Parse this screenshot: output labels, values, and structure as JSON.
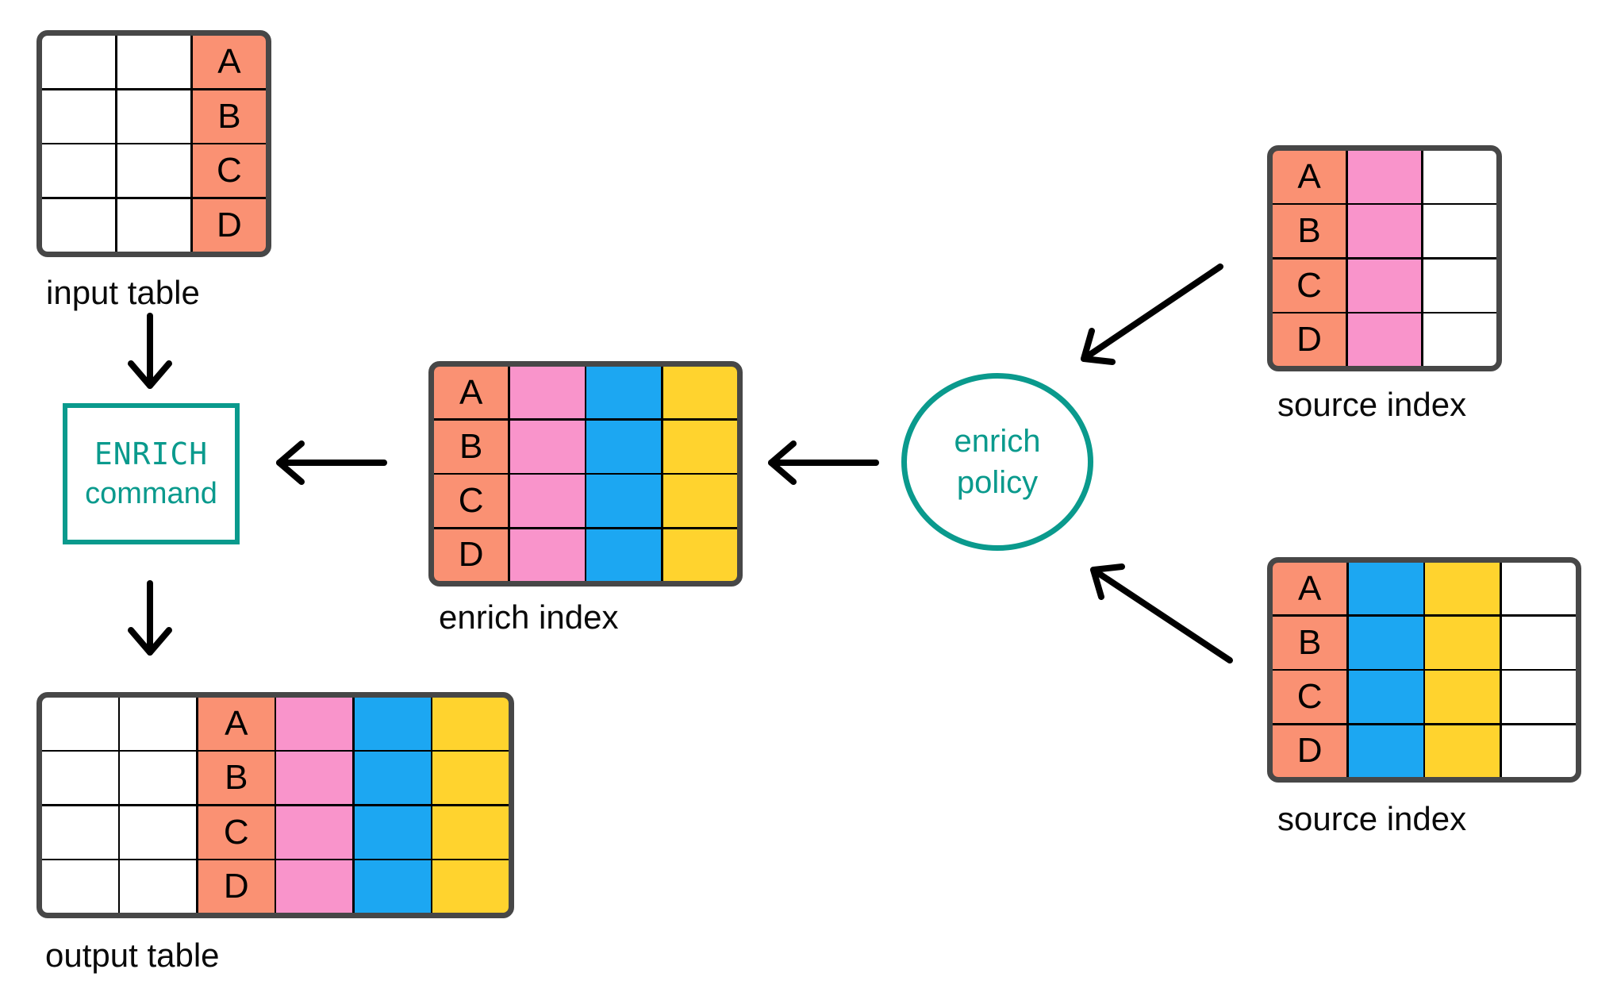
{
  "colors": {
    "white": "#FFFFFF",
    "salmon": "#FA9173",
    "pink": "#F994CB",
    "blue": "#1CA7F2",
    "yellow": "#FFD32E",
    "teal": "#0A9A8D",
    "table_border": "#474747",
    "arrow": "#000000"
  },
  "tables": {
    "input": {
      "label": "input table",
      "row_keys": [
        "A",
        "B",
        "C",
        "D"
      ],
      "columns": [
        "white",
        "white",
        "salmon"
      ],
      "key_column": 2
    },
    "enrich_index": {
      "label": "enrich index",
      "row_keys": [
        "A",
        "B",
        "C",
        "D"
      ],
      "columns": [
        "salmon",
        "pink",
        "blue",
        "yellow"
      ],
      "key_column": 0
    },
    "source_top": {
      "label": "source index",
      "row_keys": [
        "A",
        "B",
        "C",
        "D"
      ],
      "columns": [
        "salmon",
        "pink",
        "white"
      ],
      "key_column": 0
    },
    "source_bottom": {
      "label": "source index",
      "row_keys": [
        "A",
        "B",
        "C",
        "D"
      ],
      "columns": [
        "salmon",
        "blue",
        "yellow",
        "white"
      ],
      "key_column": 0
    },
    "output": {
      "label": "output table",
      "row_keys": [
        "A",
        "B",
        "C",
        "D"
      ],
      "columns": [
        "white",
        "white",
        "salmon",
        "pink",
        "blue",
        "yellow"
      ],
      "key_column": 2
    }
  },
  "enrich_command": {
    "line1": "ENRICH",
    "line2": "command"
  },
  "enrich_policy": {
    "line1": "enrich",
    "line2": "policy"
  },
  "connections": [
    {
      "from": "input-table",
      "to": "enrich-command"
    },
    {
      "from": "enrich-command",
      "to": "output-table"
    },
    {
      "from": "enrich-index",
      "to": "enrich-command"
    },
    {
      "from": "enrich-policy",
      "to": "enrich-index"
    },
    {
      "from": "source-index-top",
      "to": "enrich-policy"
    },
    {
      "from": "source-index-bottom",
      "to": "enrich-policy"
    }
  ]
}
